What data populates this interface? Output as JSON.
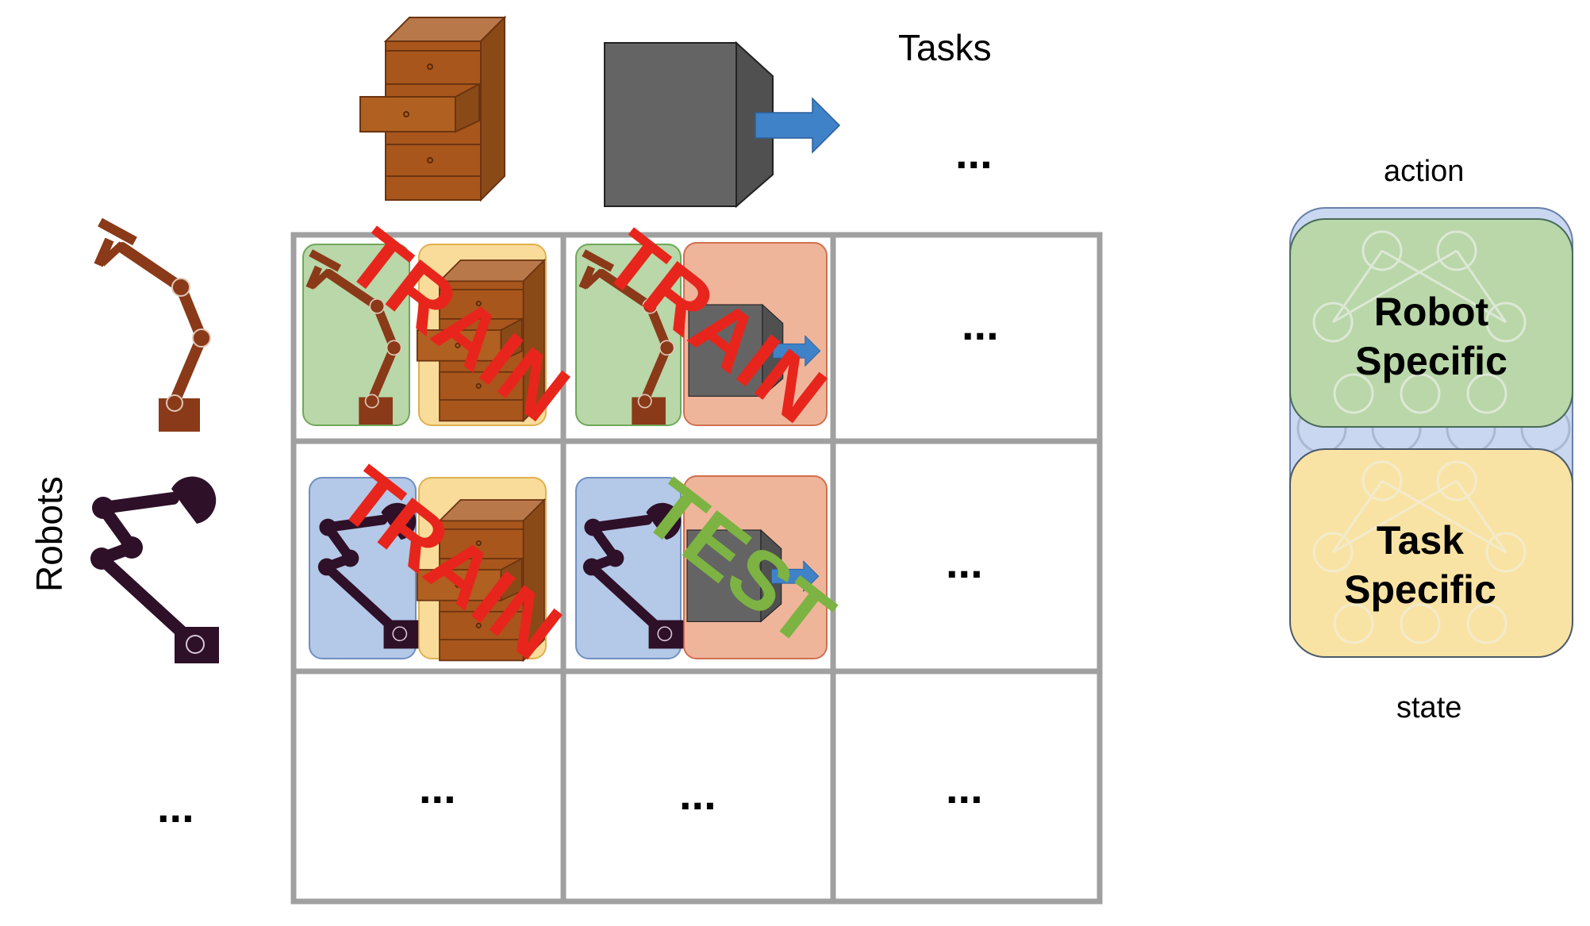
{
  "labels": {
    "tasks": "Tasks",
    "robots": "Robots",
    "action": "action",
    "state": "state",
    "ellipsis": "..."
  },
  "stamps": {
    "train": "TRAIN",
    "test": "TEST"
  },
  "network": {
    "robot_line1": "Robot",
    "robot_line2": "Specific",
    "task_line1": "Task",
    "task_line2": "Specific"
  },
  "colors": {
    "train_stamp": "#e8251c",
    "test_stamp": "#7cb342",
    "robot1_bg": "#b9d7a8",
    "robot2_bg": "#b4c8e8",
    "drawer_task_bg": "#f9dc9a",
    "push_task_bg": "#efb59b",
    "network_back": "#c9d8f0",
    "grid_line": "#a0a0a0"
  },
  "icons": {
    "task1": "drawer-cabinet-icon",
    "task2": "push-block-icon",
    "robot1": "brown-robot-arm-icon",
    "robot2": "purple-robot-arm-icon"
  }
}
